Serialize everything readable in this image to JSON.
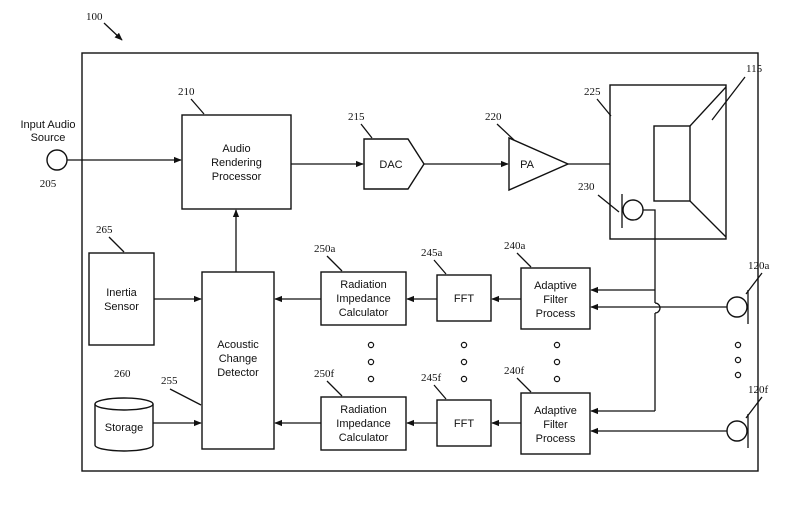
{
  "refs": {
    "system": "100",
    "input": "205",
    "renderer": "210",
    "dac": "215",
    "pa": "220",
    "enclosure": "225",
    "internal_mic": "230",
    "speaker": "115",
    "mic_a": "120a",
    "mic_f": "120f",
    "filter_a": "240a",
    "filter_f": "240f",
    "fft_a": "245a",
    "fft_f": "245f",
    "calc_a": "250a",
    "calc_f": "250f",
    "detector": "255",
    "storage": "260",
    "inertia": "265"
  },
  "labels": {
    "input_line1": "Input Audio",
    "input_line2": "Source",
    "renderer": [
      "Audio",
      "Rendering",
      "Processor"
    ],
    "dac": "DAC",
    "pa": "PA",
    "filter": [
      "Adaptive",
      "Filter",
      "Process"
    ],
    "fft": "FFT",
    "calc": [
      "Radiation",
      "Impedance",
      "Calculator"
    ],
    "detector": [
      "Acoustic",
      "Change",
      "Detector"
    ],
    "inertia": [
      "Inertia",
      "Sensor"
    ],
    "storage": "Storage"
  }
}
